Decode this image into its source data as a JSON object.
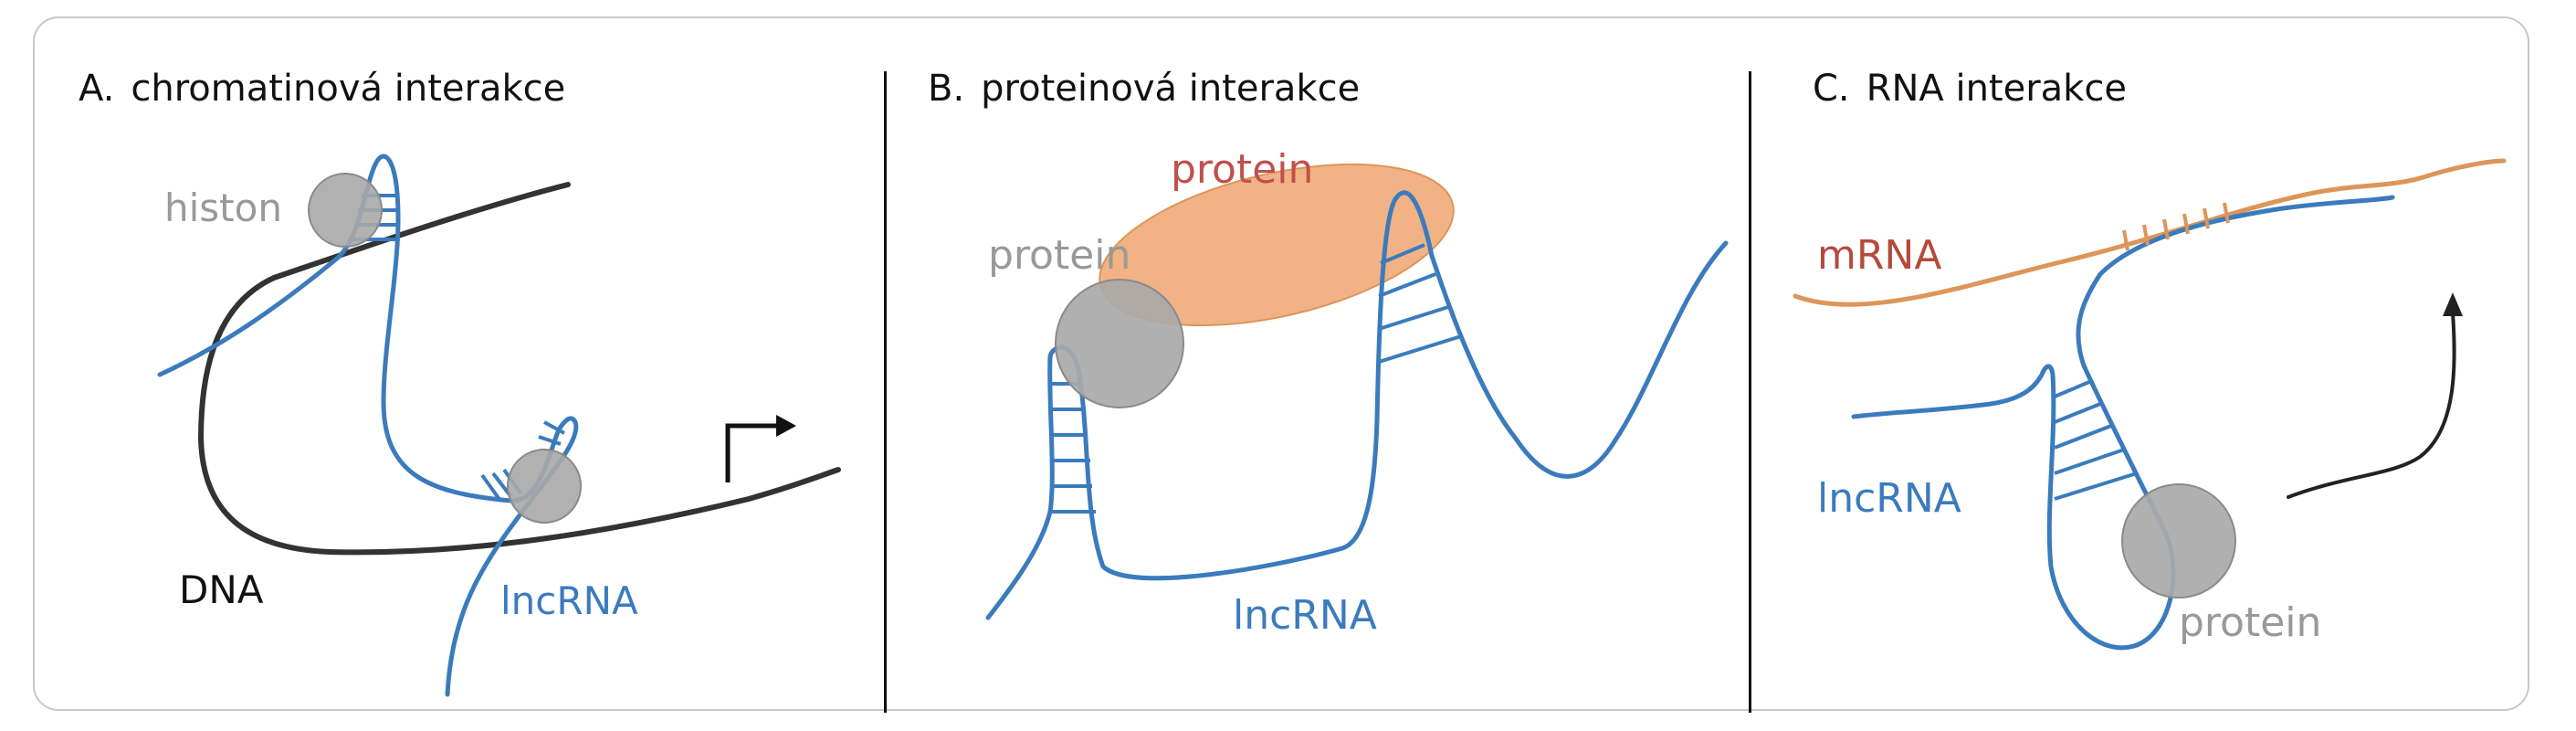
{
  "colors": {
    "dna": "#333333",
    "lncrna": "#3b7bbd",
    "mrna": "#dd9559",
    "protein_gray": "#a9a9a9",
    "protein_orange": "#efab78",
    "label_red": "#c0504d",
    "label_gray": "#999999"
  },
  "panels": {
    "a": {
      "letter": "A.",
      "title": "chromatinová interakce",
      "labels": {
        "histone": "histon",
        "dna": "DNA",
        "lncrna": "lncRNA"
      }
    },
    "b": {
      "letter": "B.",
      "title": "proteinová interakce",
      "labels": {
        "protein_top": "protein",
        "protein_left": "protein",
        "lncrna": "lncRNA"
      }
    },
    "c": {
      "letter": "C.",
      "title": "RNA interakce",
      "labels": {
        "mrna": "mRNA",
        "lncrna": "lncRNA",
        "protein": "protein"
      }
    }
  }
}
